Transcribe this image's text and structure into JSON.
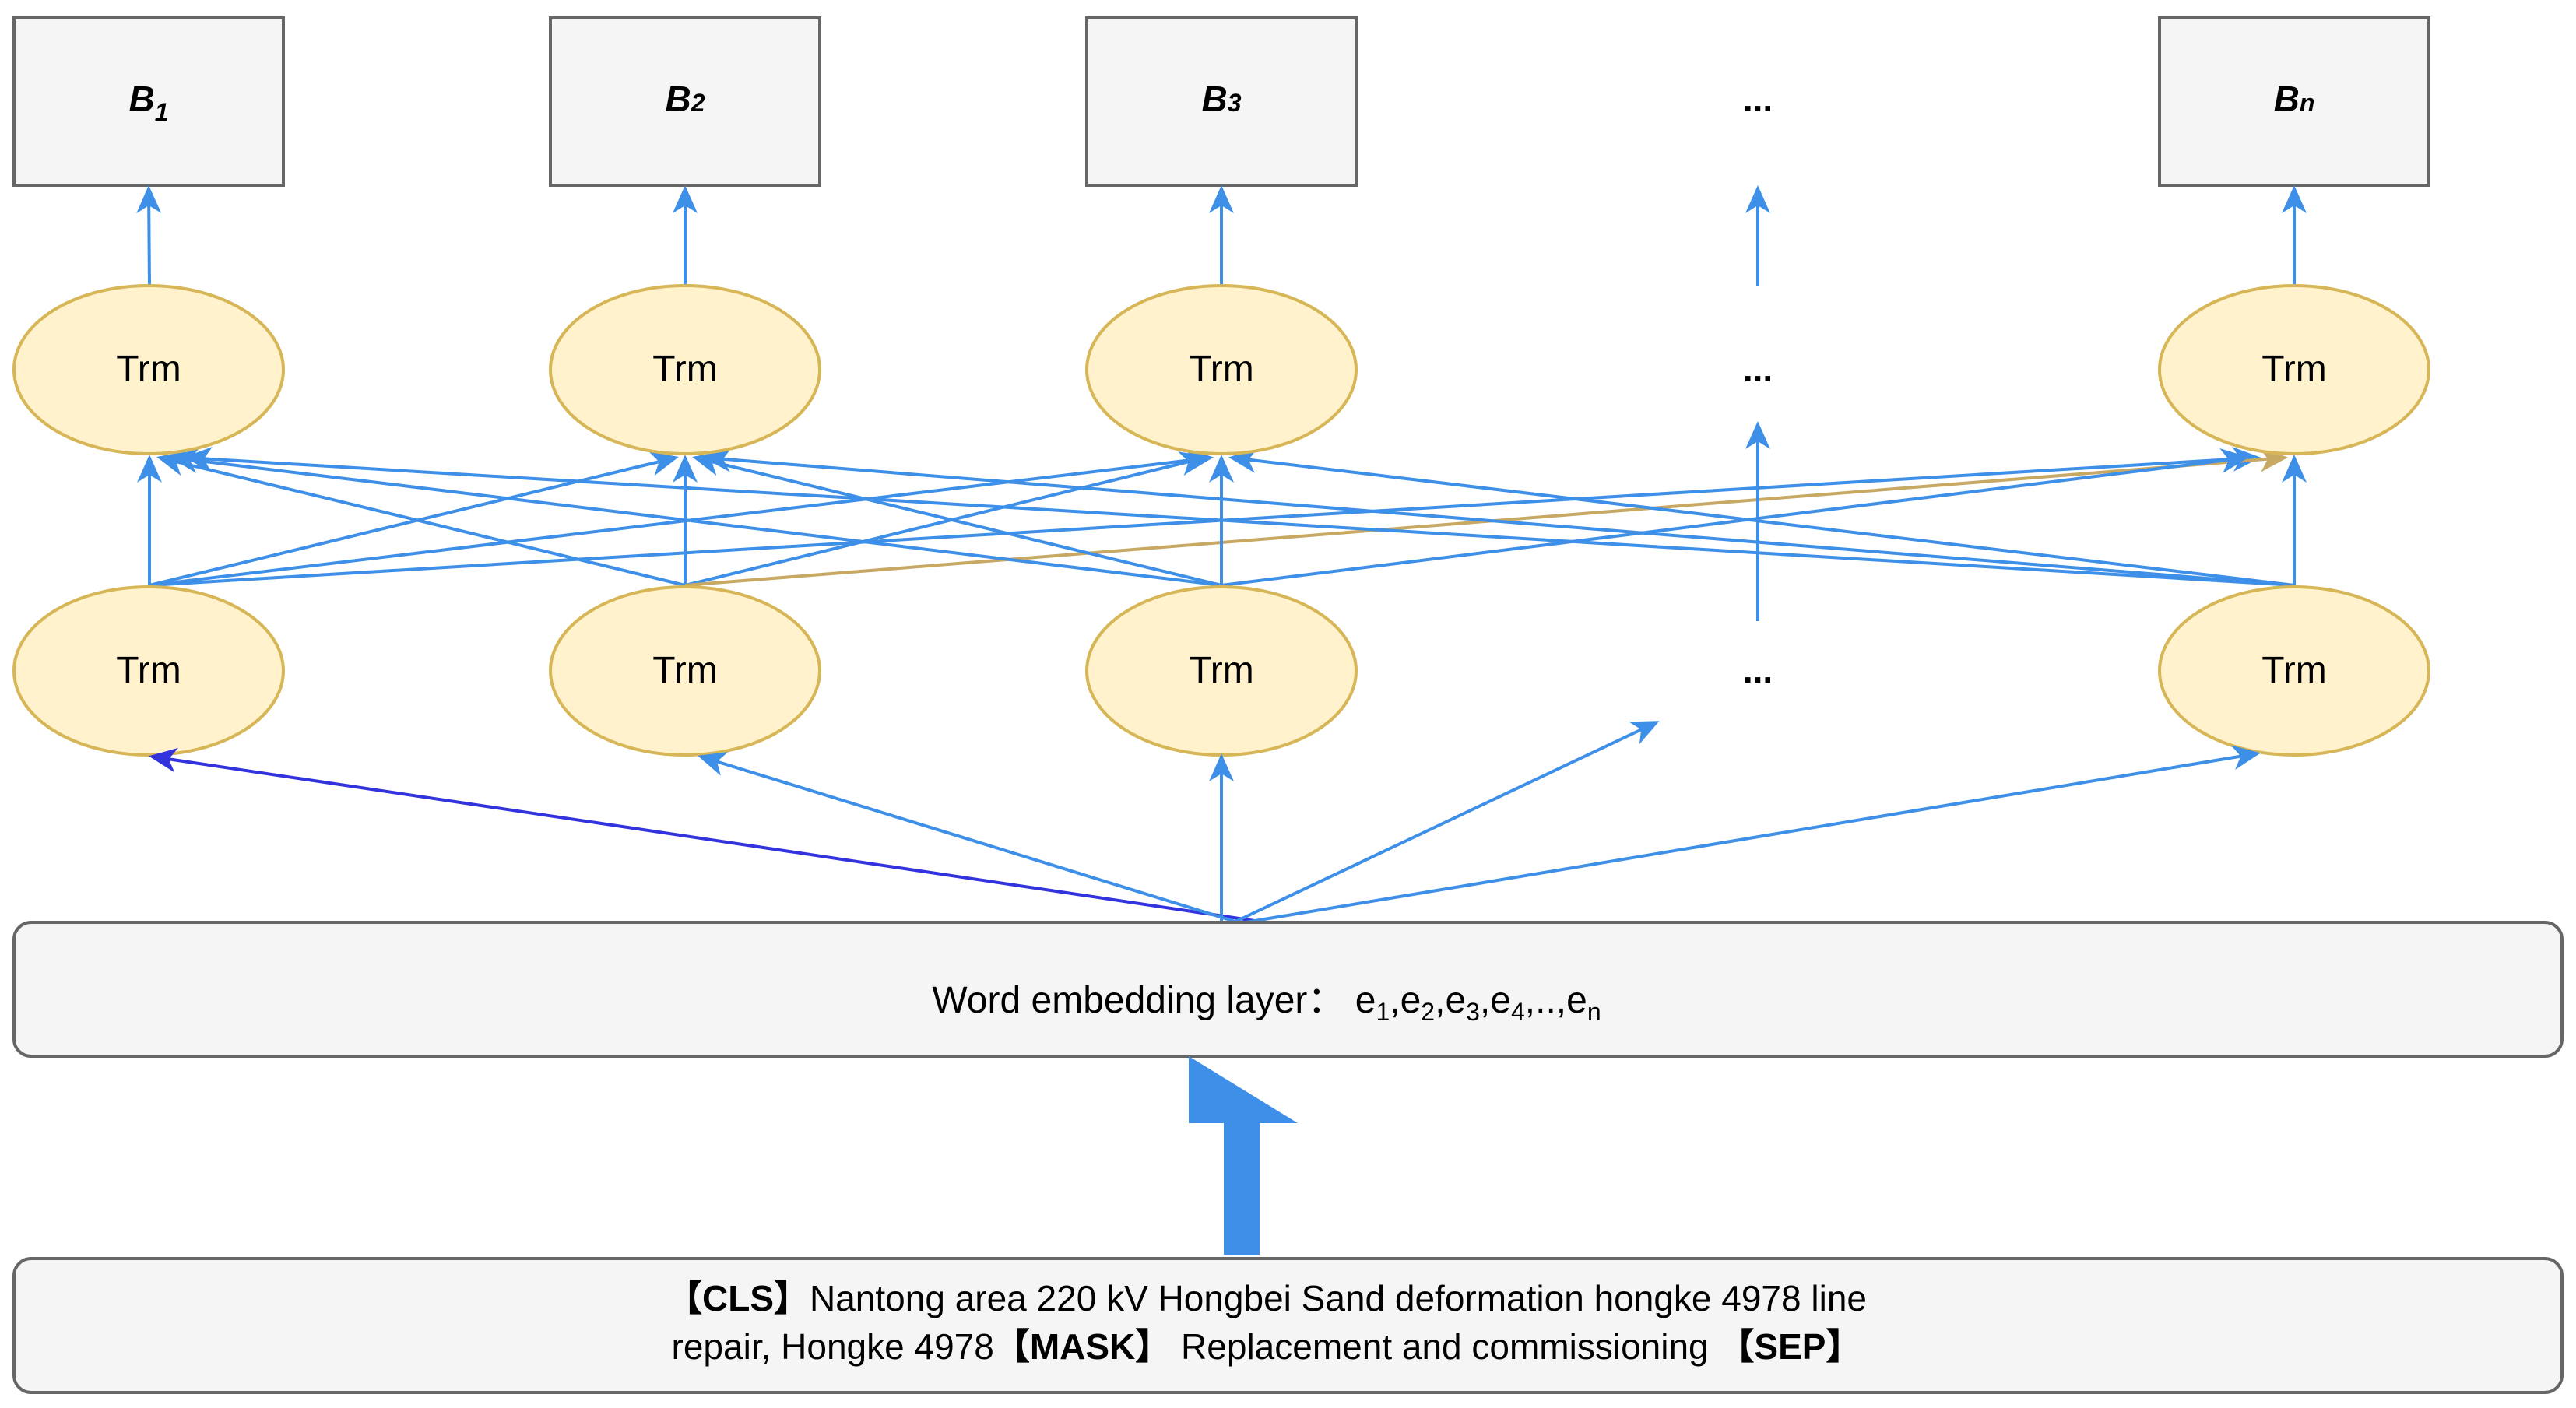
{
  "outputs": [
    {
      "base": "B",
      "sub": "1"
    },
    {
      "base": "B",
      "sub": "2"
    },
    {
      "base": "B",
      "sub": "3"
    },
    {
      "base": "B",
      "sub": "n"
    }
  ],
  "ellipsis": "...",
  "trm_label": "Trm",
  "embedding": {
    "prefix": "Word embedding layer： ",
    "tokens": [
      {
        "base": "e",
        "sub": "1",
        "sep": ","
      },
      {
        "base": "e",
        "sub": "2",
        "sep": ","
      },
      {
        "base": "e",
        "sub": "3",
        "sep": ","
      },
      {
        "base": "e",
        "sub": "4",
        "sep": ",..,"
      },
      {
        "base": "e",
        "sub": "n",
        "sep": ""
      }
    ]
  },
  "input": {
    "line1": [
      {
        "text": "【CLS】",
        "bold": true
      },
      {
        "text": "Nantong area 220 kV Hongbei Sand deformation hongke 4978 line",
        "bold": false
      }
    ],
    "line2": [
      {
        "text": "repair, Hongke 4978",
        "bold": false
      },
      {
        "text": "【MASK】",
        "bold": true
      },
      {
        "text": " Replacement and commissioning ",
        "bold": false
      },
      {
        "text": "【SEP】",
        "bold": true
      }
    ]
  },
  "colors": {
    "arrow_blue": "#3d8fe8",
    "arrow_dark_blue": "#3333dd",
    "arrow_gold": "#c8a964",
    "trm_fill": "#fff2cc",
    "trm_stroke": "#d6b656",
    "box_fill": "#f5f5f5",
    "box_stroke": "#666666"
  }
}
